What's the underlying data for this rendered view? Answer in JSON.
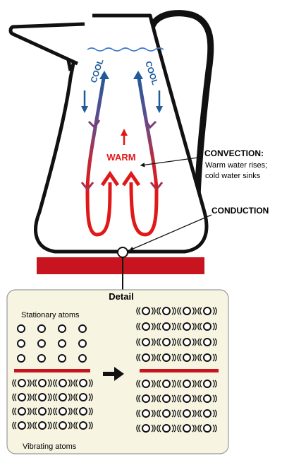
{
  "labels": {
    "cool_left": "COOL",
    "cool_right": "COOL",
    "warm": "WARM",
    "convection_title": "CONVECTION:",
    "convection_line1": "Warm water rises;",
    "convection_line2": "cold water sinks",
    "conduction": "CONDUCTION",
    "detail_title": "Detail",
    "stationary_atoms": "Stationary atoms",
    "vibrating_atoms": "Vibrating atoms"
  },
  "colors": {
    "cool": "#1f5a9a",
    "warm": "#e01818",
    "burner": "#c8141e",
    "detail_panel": "#f7f5e2",
    "water_line": "#3a78c8",
    "outline": "#111111"
  },
  "icons": {
    "arrow": "right-arrow-icon"
  }
}
